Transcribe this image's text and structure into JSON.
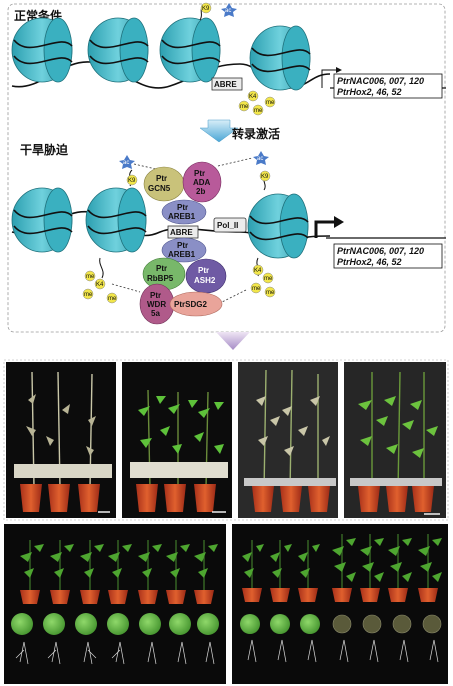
{
  "labels": {
    "normal": "正常条件",
    "drought": "干旱胁迫",
    "activation": "转录激活",
    "abre": "ABRE",
    "pol2": "Pol_II",
    "k9": "K9",
    "k4": "K4",
    "ac": "ac",
    "me": "me"
  },
  "genes": {
    "line1": "PtrNAC006, 007, 120",
    "line2": "PtrHox2, 46, 52"
  },
  "proteins": {
    "gcn5": [
      "Ptr",
      "GCN5"
    ],
    "ada2b": [
      "Ptr",
      "ADA",
      "2b"
    ],
    "areb1_top": [
      "Ptr",
      "AREB1"
    ],
    "areb1_bottom": [
      "Ptr",
      "AREB1"
    ],
    "rbbp5": [
      "Ptr",
      "RbBP5"
    ],
    "ash2": [
      "Ptr",
      "ASH2"
    ],
    "wdr5a": [
      "Ptr",
      "WDR",
      "5a"
    ],
    "sdg2": [
      "PtrSDG2"
    ]
  },
  "colors": {
    "nucleosome": "#3fb8c8",
    "nucleosome_dark": "#1d8b9a",
    "gcn5": "#c9c27a",
    "ada2b": "#b85a9a",
    "areb1": "#8a8fc6",
    "rbbp5": "#78b86a",
    "ash2": "#6f5aa4",
    "wdr5a": "#b05a8a",
    "sdg2": "#e9a49a",
    "ac": "#4a7ac8",
    "me": "#f2e64a",
    "arrow": "#6fb6d8"
  }
}
